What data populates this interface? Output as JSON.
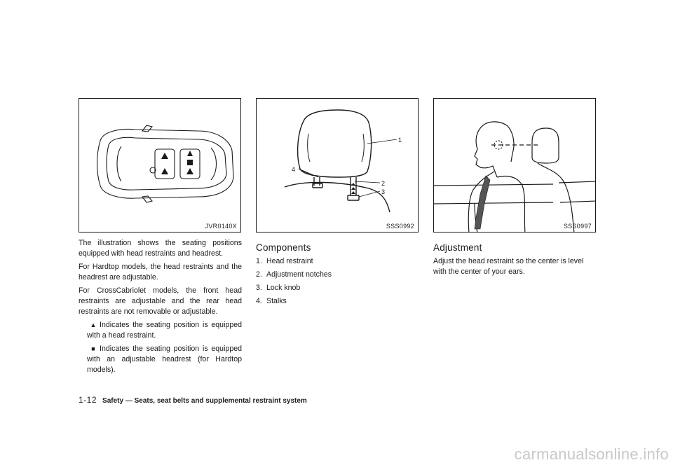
{
  "figures": [
    {
      "code": "JVR0140X"
    },
    {
      "code": "SSS0992",
      "callouts": [
        "1",
        "2",
        "3",
        "4"
      ]
    },
    {
      "code": "SSS0997"
    }
  ],
  "left_column": {
    "p1": "The illustration shows the seating positions equipped with head restraints and headrest.",
    "p2": "For Hardtop models, the head restraints and the headrest are adjustable.",
    "p3": "For CrossCabriolet models, the front head restraints are adjustable and the rear head restraints are not removable or adjustable.",
    "triangle_symbol": "▲",
    "triangle_text": "Indicates the seating position is equipped with a head restraint.",
    "square_symbol": "■",
    "square_text": "Indicates the seating position is equipped with an adjustable headrest (for Hardtop models)."
  },
  "components": {
    "heading": "Components",
    "items": [
      {
        "num": "1.",
        "label": "Head restraint"
      },
      {
        "num": "2.",
        "label": "Adjustment notches"
      },
      {
        "num": "3.",
        "label": "Lock knob"
      },
      {
        "num": "4.",
        "label": "Stalks"
      }
    ]
  },
  "adjustment": {
    "heading": "Adjustment",
    "text": "Adjust the head restraint so the center is level with the center of your ears."
  },
  "footer": {
    "page_number": "1-12",
    "section_title": "Safety — Seats, seat belts and supplemental restraint system"
  },
  "watermark": "carmanualsonline.info"
}
